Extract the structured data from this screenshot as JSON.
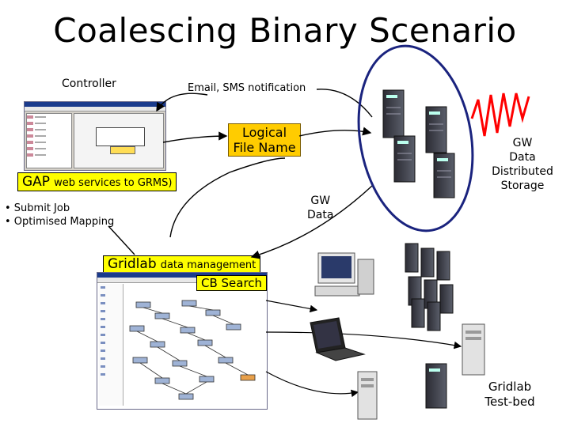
{
  "title": "Coalescing Binary Scenario",
  "labels": {
    "controller": "Controller",
    "email_sms": "Email, SMS notification",
    "logical_file_name_1": "Logical",
    "logical_file_name_2": "File Name",
    "gap_big": "GAP",
    "gap_small": "web services to GRMS)",
    "bullet_1": "• Submit Job",
    "bullet_2": "• Optimised Mapping",
    "gw_data_1": "GW",
    "gw_data_2": "Data",
    "gw_storage_1": "GW",
    "gw_storage_2": "Data",
    "gw_storage_3": "Distributed",
    "gw_storage_4": "Storage",
    "gridlab_big": "Gridlab",
    "gridlab_small": "data management",
    "cb_search": "CB Search",
    "testbed_1": "Gridlab",
    "testbed_2": "Test-bed"
  },
  "colors": {
    "highlight_yellow": "#ffff00",
    "logical_orange": "#ffcc00",
    "ellipse_blue": "#1a237e",
    "wave_red": "#ff0000"
  }
}
